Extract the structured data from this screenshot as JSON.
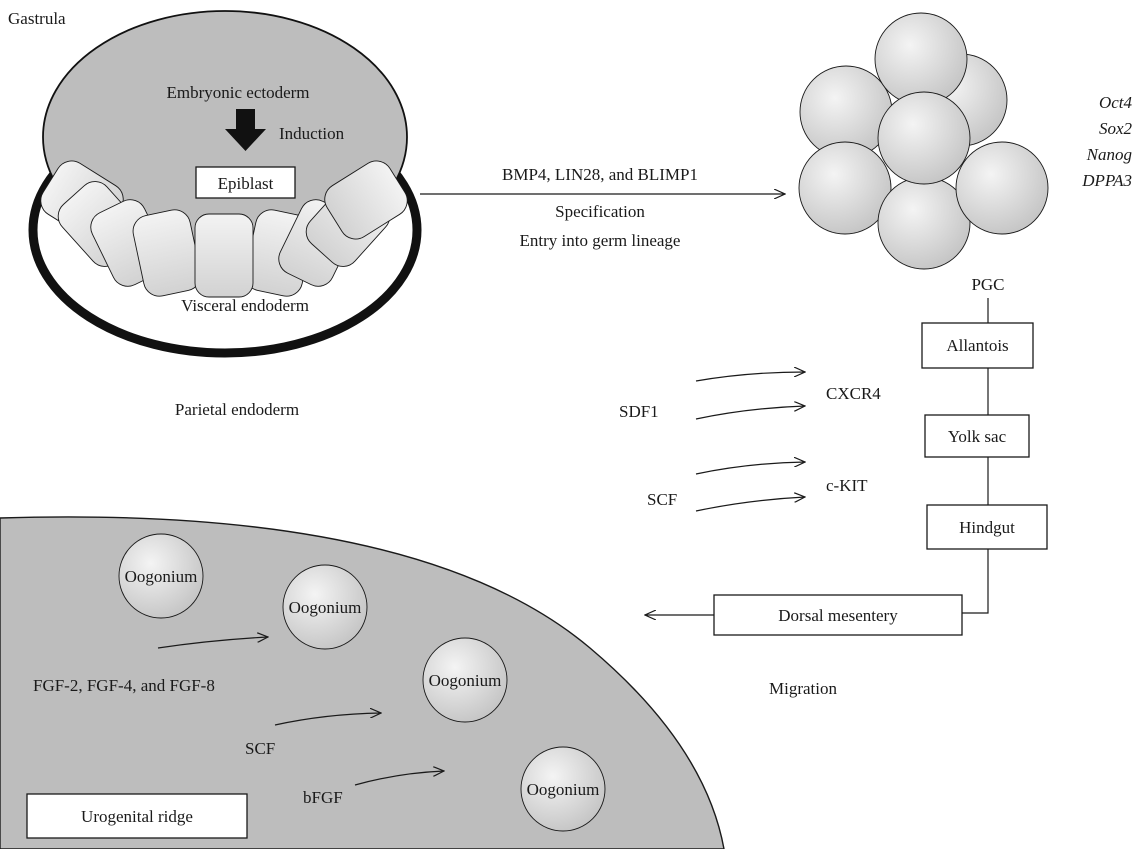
{
  "gastrula": {
    "title": "Gastrula",
    "ectoderm": "Embryonic ectoderm",
    "induction": "Induction",
    "epiblast": "Epiblast",
    "visceral": "Visceral endoderm",
    "parietal": "Parietal endoderm"
  },
  "specification": {
    "factors": "BMP4, LIN28, and BLIMP1",
    "line2": "Specification",
    "line3": "Entry into germ lineage"
  },
  "pgc": {
    "markers": [
      "Oct4",
      "Sox2",
      "Nanog",
      "DPPA3"
    ],
    "label": "PGC"
  },
  "migration_path": {
    "allantois": "Allantois",
    "yolk_sac": "Yolk sac",
    "hindgut": "Hindgut",
    "dorsal_mesentery": "Dorsal mesentery",
    "migration": "Migration"
  },
  "signals": {
    "sdf1": "SDF1",
    "cxcr4": "CXCR4",
    "scf": "SCF",
    "ckit": "c-KIT"
  },
  "ridge": {
    "oogonium": "Oogonium",
    "fgf": "FGF-2, FGF-4, and FGF-8",
    "scf": "SCF",
    "bfgf": "bFGF",
    "label": "Urogenital ridge"
  },
  "colors": {
    "tissue": "#bdbdbd",
    "cell_light": "#eeeeee",
    "cell_dark": "#c8c8c8",
    "line": "#1a1a1a"
  }
}
